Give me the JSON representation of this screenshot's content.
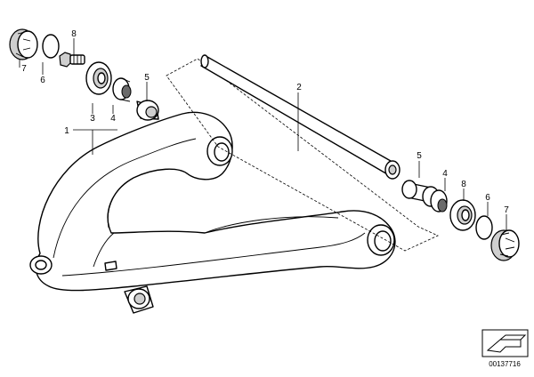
{
  "diagram": {
    "callouts": {
      "c1": "1",
      "c2": "2",
      "c3": "3",
      "c4a": "4",
      "c4b": "4",
      "c5a": "5",
      "c5b": "5",
      "c6a": "6",
      "c6b": "6",
      "c7a": "7",
      "c7b": "7",
      "c8a": "8",
      "c8b": "8"
    },
    "doc_number": "00137716"
  }
}
